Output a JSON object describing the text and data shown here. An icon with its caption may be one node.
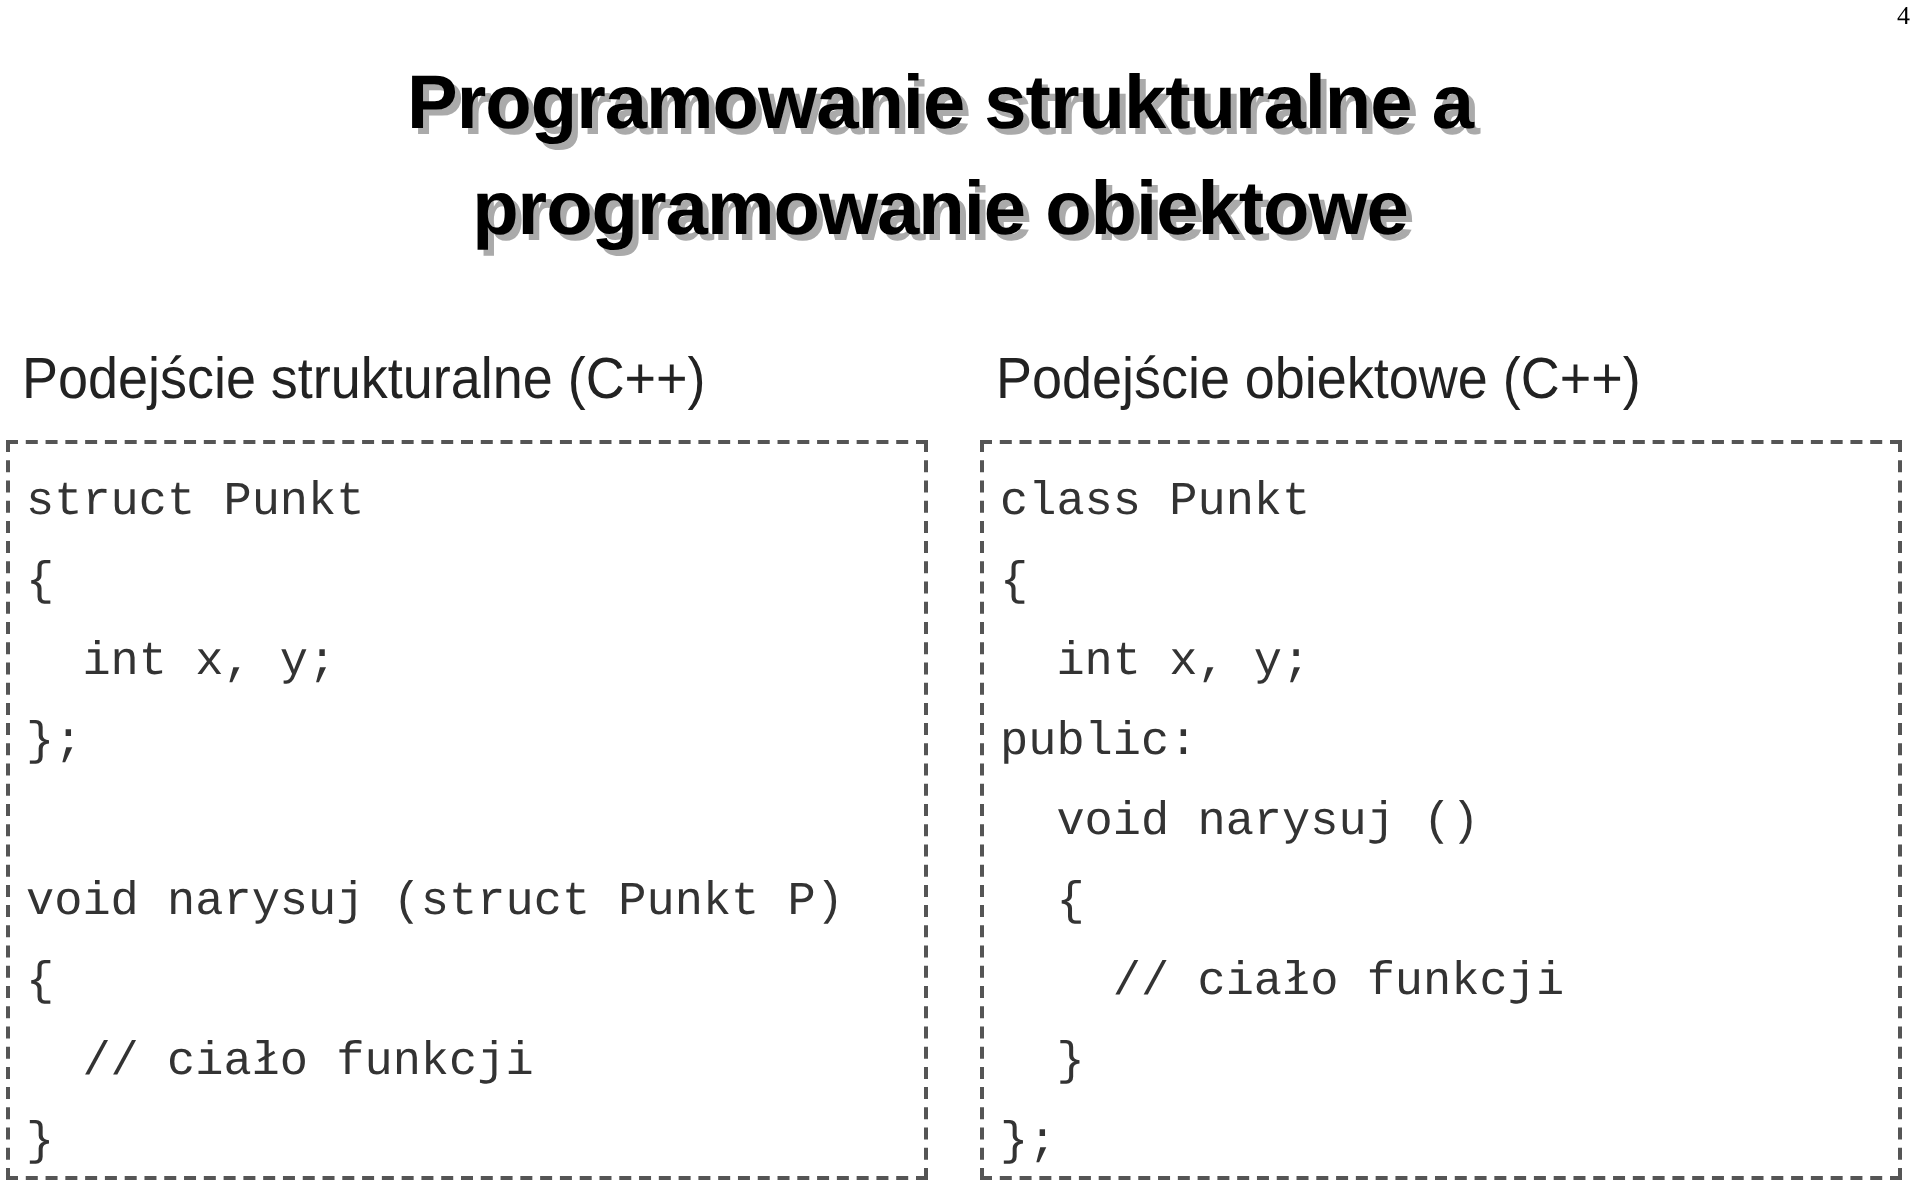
{
  "diagram": {
    "title": "Programowanie strukturalne a programowanie obiektowe",
    "nodes": [
      {
        "text": [
          "Podejście strukturalne (C++)",
          "struct Punkt",
          "{",
          "  int x, y;",
          "};",
          "void narysuj (struct Punkt P)",
          "{",
          "  // ciało funkcji",
          "}"
        ]
      },
      {
        "text": [
          "Podejście obiektowe (C++)",
          "class Punkt",
          "{",
          "  int x, y;",
          "public:",
          "  void narysuj ()",
          "  {",
          "    // ciało funkcji",
          "  }",
          "};"
        ]
      }
    ],
    "labels": [
      "4"
    ]
  }
}
